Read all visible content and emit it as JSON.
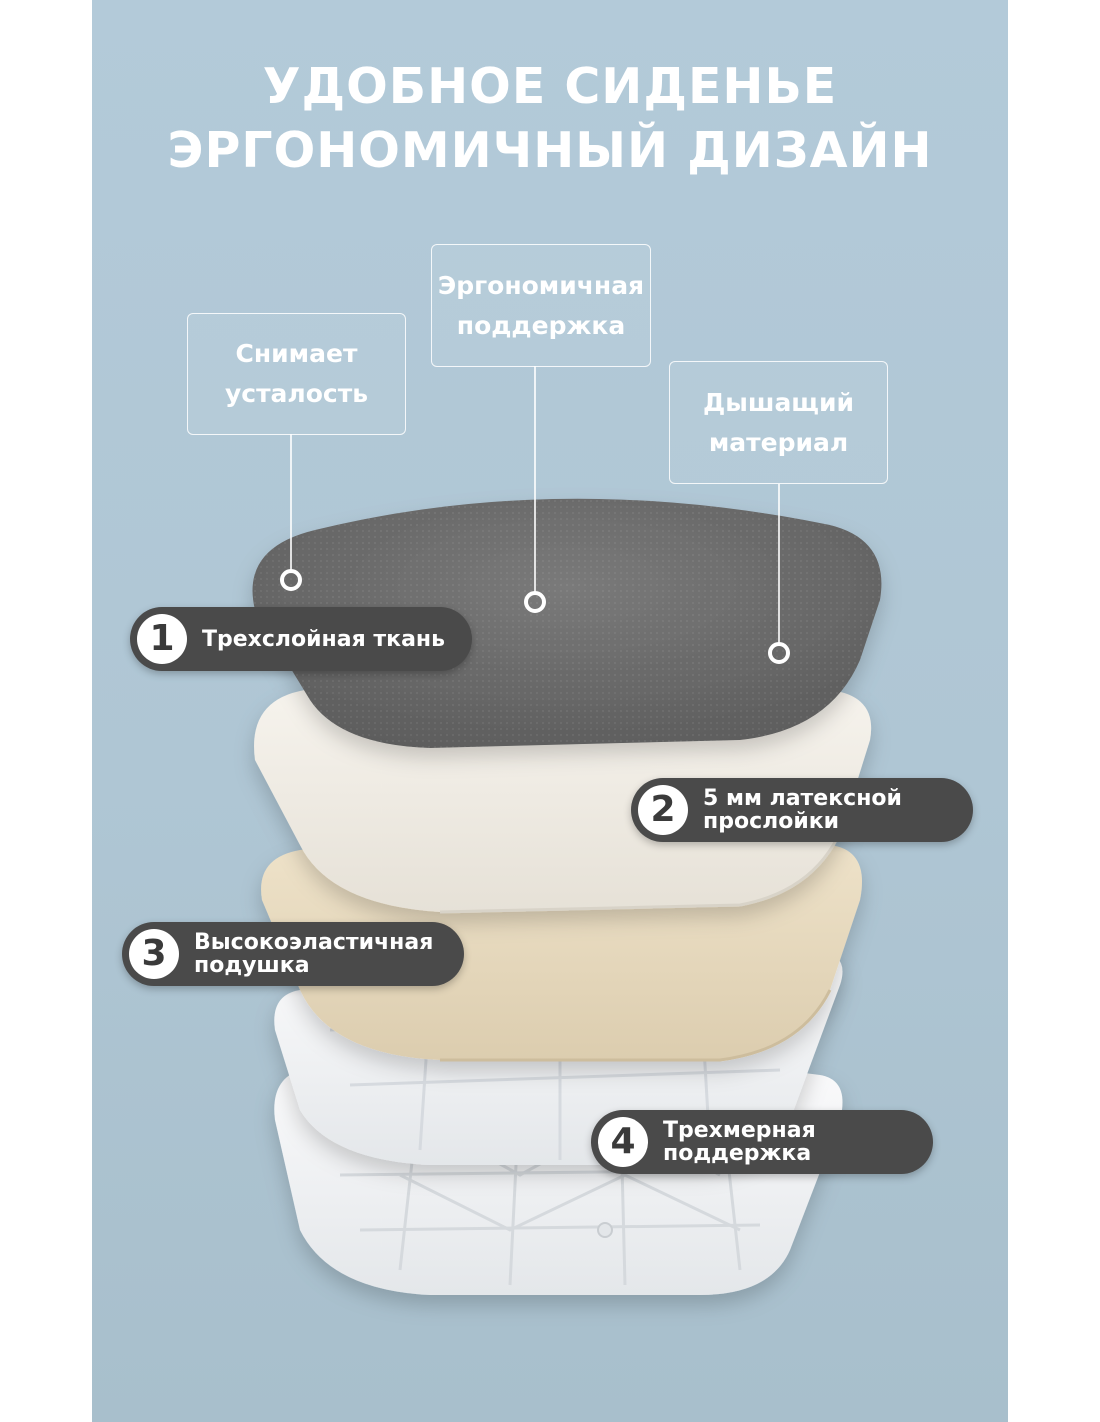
{
  "title": {
    "line1": "УДОБНОЕ СИДЕНЬЕ",
    "line2": "ЭРГОНОМИЧНЫЙ ДИЗАЙН"
  },
  "callouts": [
    {
      "line1": "Снимает",
      "line2": "усталость"
    },
    {
      "line1": "Эргономичная",
      "line2": "поддержка"
    },
    {
      "line1": "Дышащий",
      "line2": "материал"
    }
  ],
  "layers": [
    {
      "number": "1",
      "line1": "Трехслойная ткань",
      "line2": ""
    },
    {
      "number": "2",
      "line1": "5 мм латексной",
      "line2": "прослойки"
    },
    {
      "number": "3",
      "line1": "Высокоэластичная",
      "line2": "подушка"
    },
    {
      "number": "4",
      "line1": "Трехмерная",
      "line2": "поддержка"
    }
  ],
  "colors": {
    "background": "#b3cad9",
    "fabric_layer": "#6a6a6a",
    "latex_layer": "#f1ede4",
    "foam_layer": "#e9dcc2",
    "support_frame": "#f4f5f6",
    "badge": "#4a4a4a",
    "text": "#ffffff"
  }
}
